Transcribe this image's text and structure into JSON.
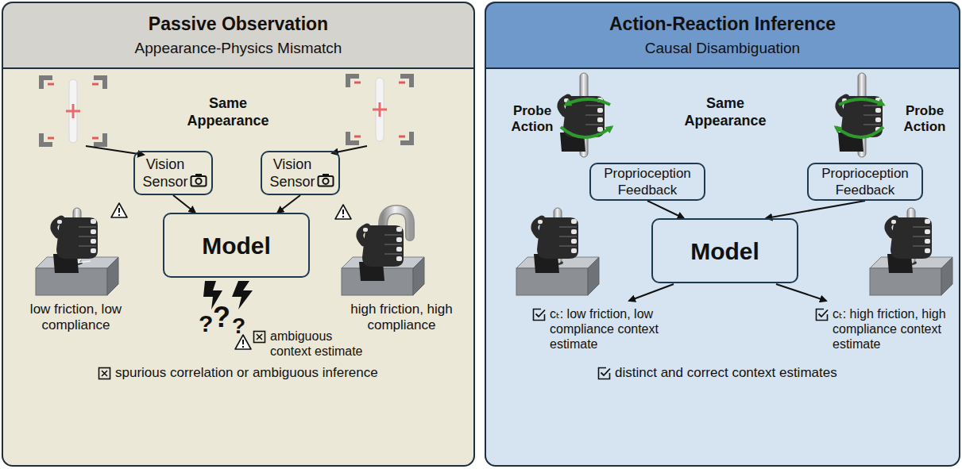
{
  "diagram": {
    "nodes": [
      {
        "text": [
          "Passive Observation",
          "Appearance-Physics Mismatch"
        ]
      },
      {
        "text": [
          "Vision Sensor"
        ],
        "in": 0
      },
      {
        "text": [
          "Vision Sensor"
        ],
        "in": 0
      },
      {
        "text": [
          "Model"
        ],
        "in": 0
      },
      {
        "text": [
          "Action-Reaction Inference",
          "Causal Disambiguation"
        ]
      },
      {
        "text": [
          "Proprioception Feedback"
        ],
        "in": 4
      },
      {
        "text": [
          "Proprioception Feedback"
        ],
        "in": 4
      },
      {
        "text": [
          "Model"
        ],
        "in": 4
      }
    ],
    "edges": [
      {
        "from": 1,
        "to": 3,
        "arrow": "to"
      },
      {
        "from": 2,
        "to": 3,
        "arrow": "to"
      },
      {
        "from": 5,
        "to": 7,
        "arrow": "to"
      },
      {
        "from": 6,
        "to": 7,
        "arrow": "to"
      }
    ],
    "labels": [
      "Same Appearance",
      "low friction, low compliance",
      "high friction, high compliance",
      "?",
      "?",
      "?",
      "ambiguous context estimate",
      "spurious correlation or ambiguous inference",
      "Probe Action",
      "Same Appearance",
      "Probe Action",
      "cₜ: low friction, low compliance context estimate",
      "cₜ: high friction, high compliance context estimate",
      "distinct and correct context estimates"
    ]
  }
}
